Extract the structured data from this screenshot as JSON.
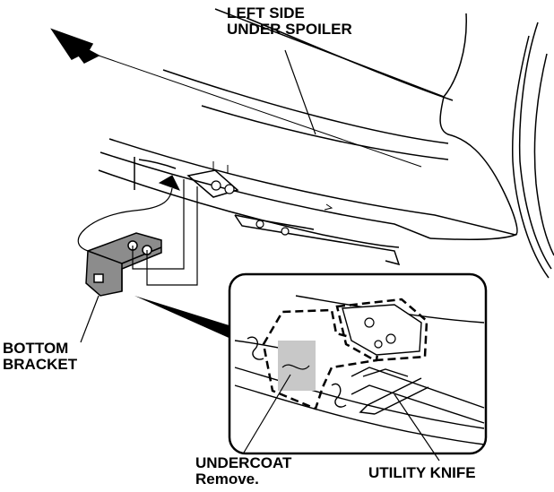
{
  "labels": {
    "spoiler": {
      "line1": "LEFT SIDE",
      "line2": "UNDER SPOILER"
    },
    "bracket": {
      "line1": "BOTTOM",
      "line2": "BRACKET"
    },
    "undercoat": {
      "line1": "UNDERCOAT",
      "line2": "Remove."
    },
    "knife": "UTILITY KNIFE"
  },
  "colors": {
    "ink": "#000000",
    "paper": "#ffffff",
    "bracket_fill": "#8c8c8c",
    "undercoat_fill": "#c8c8c8"
  },
  "icons": [
    "forward-direction-arrow-icon"
  ]
}
